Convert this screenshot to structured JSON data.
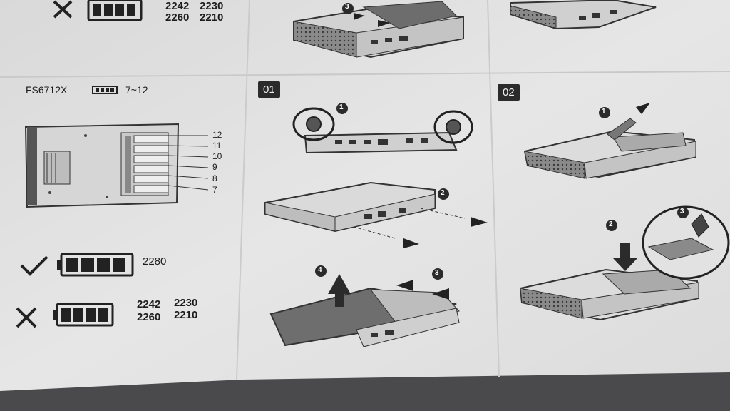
{
  "model_label": "FS6712X",
  "bay_range": "7~12",
  "step_labels": [
    "01",
    "02"
  ],
  "slot_numbers": [
    "12",
    "11",
    "10",
    "9",
    "8",
    "7"
  ],
  "compatible_size": "2280",
  "incompatible_sizes": [
    "2242",
    "2230",
    "2260",
    "2210"
  ],
  "top_incompatible_sizes": [
    "2242",
    "2230",
    "2260",
    "2210"
  ],
  "callouts_step01": [
    "1",
    "2",
    "3",
    "4"
  ],
  "callouts_step02": [
    "1",
    "2",
    "3"
  ],
  "callout_top": "3",
  "colors": {
    "paper": "#e4e4e4",
    "ink": "#1d1d1d",
    "table": "#4a4a4c"
  }
}
